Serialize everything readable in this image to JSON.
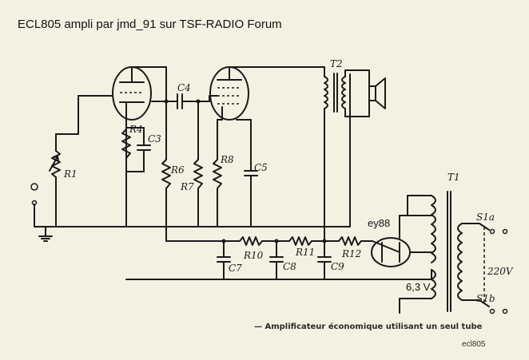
{
  "title": "ECL805 ampli par jmd_91 sur TSF-RADIO Forum",
  "caption": "— Amplificateur économique utilisant un seul tube",
  "image_tag": "ecl805",
  "components": {
    "r1": "R1",
    "r4": "R4",
    "r6": "R6",
    "r7": "R7",
    "r8": "R8",
    "r10": "R10",
    "r11": "R11",
    "r12": "R12",
    "c3": "C3",
    "c4": "C4",
    "c5": "C5",
    "c7": "C7",
    "c8": "C8",
    "c9": "C9",
    "t1": "T1",
    "t2": "T2",
    "s1a": "S1a",
    "s1b": "S1b"
  },
  "rectifier_label": "ey88",
  "heater_voltage": "6,3 V",
  "mains_voltage": "220V"
}
